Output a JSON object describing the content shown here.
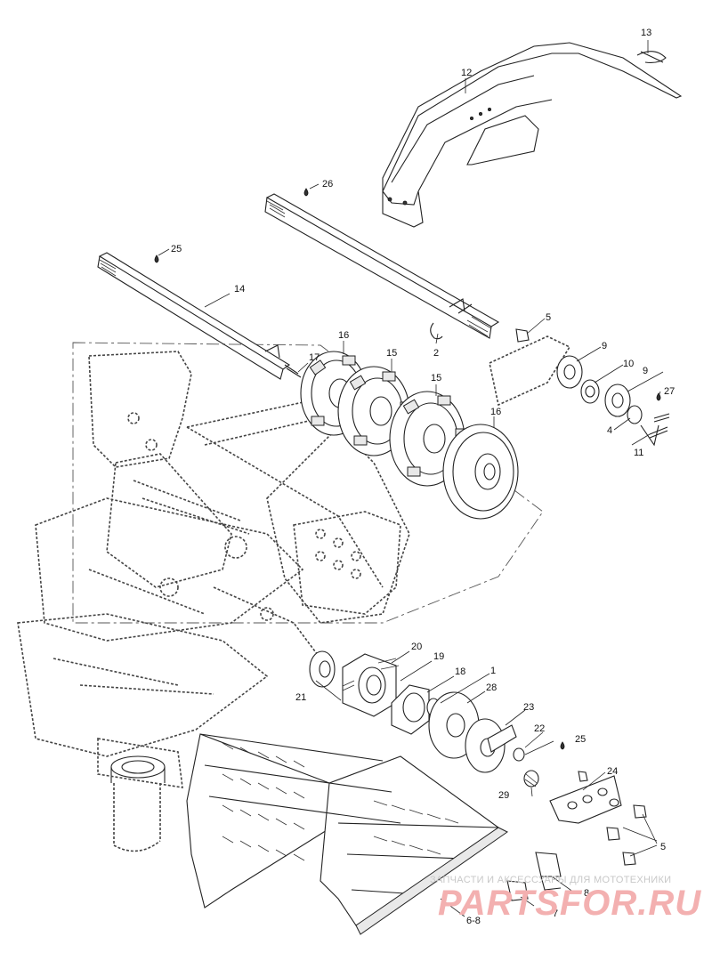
{
  "callouts": {
    "c1": "1",
    "c2": "2",
    "c4": "4",
    "c5a": "5",
    "c5b": "5",
    "c6_8": "6-8",
    "c7": "7",
    "c8": "8",
    "c9a": "9",
    "c9b": "9",
    "c10": "10",
    "c11": "11",
    "c12": "12",
    "c13": "13",
    "c14": "14",
    "c15a": "15",
    "c15b": "15",
    "c16a": "16",
    "c16b": "16",
    "c17": "17",
    "c18": "18",
    "c19": "19",
    "c20": "20",
    "c21": "21",
    "c22": "22",
    "c23": "23",
    "c24": "24",
    "c25a": "25",
    "c25b": "25",
    "c26": "26",
    "c27": "27",
    "c28": "28",
    "c29": "29"
  },
  "watermark": {
    "tagline": "ЗАПЧАСТИ И АКСЕССУАРЫ ДЛЯ МОТОТЕХНИКИ",
    "logo": "PARTSFOR.RU"
  },
  "colors": {
    "ink": "#222222",
    "watermark_red": "#f3b0b0",
    "watermark_gray": "#c8c8c8"
  }
}
